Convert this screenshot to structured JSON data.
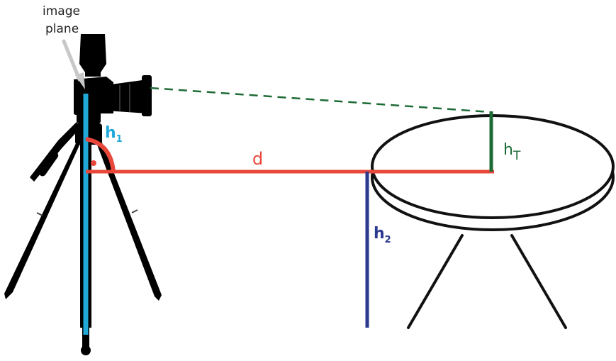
{
  "labels": {
    "image_plane_line1": "image",
    "image_plane_line2": "plane",
    "h1_main": "h",
    "h1_sub": "1",
    "h2_main": "h",
    "h2_sub": "2",
    "d": "d",
    "hT_main": "h",
    "hT_sub": "T"
  },
  "colors": {
    "camera_body": "#000000",
    "image_plane_line": "#1fa8d8",
    "distance_line": "#e8473a",
    "height_line_h2": "#2b3a8f",
    "height_line_hT": "#1d6b35",
    "sight_line": "#1d6b35",
    "pointer_arrow": "#c8c8c8"
  },
  "icons": {
    "camera": "dslr-camera-icon",
    "tripod": "tripod-icon",
    "table": "round-table-icon",
    "right_angle": "right-angle-marker"
  }
}
